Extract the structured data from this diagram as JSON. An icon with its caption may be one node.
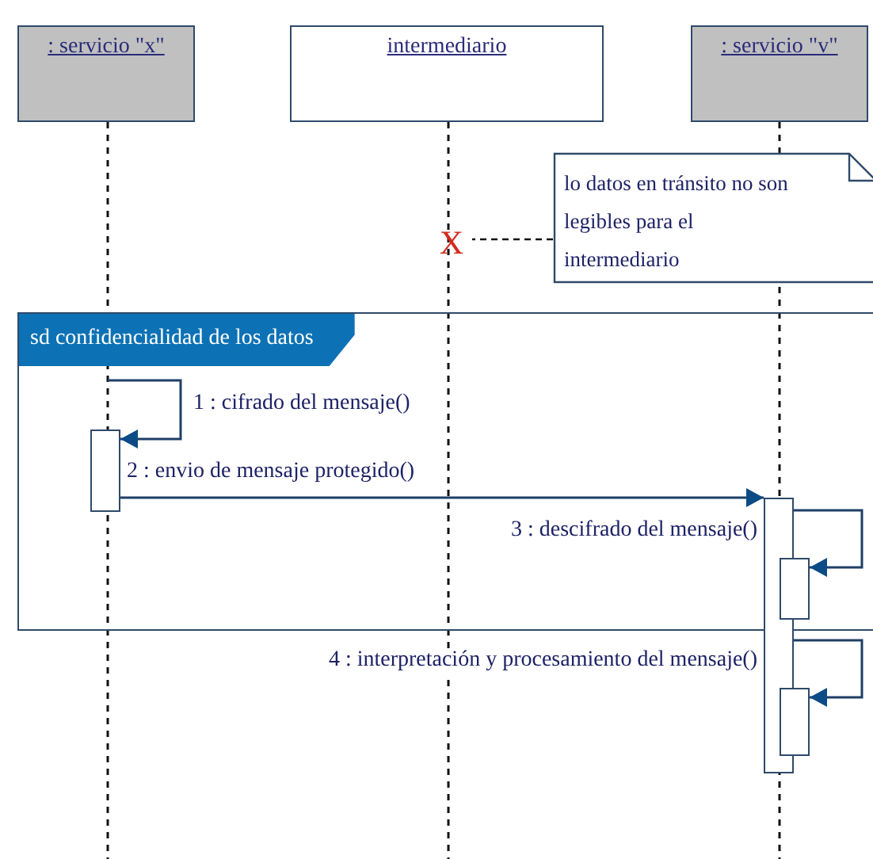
{
  "diagram": {
    "nodes": [
      {
        "text": [
          ": servicio \"x\""
        ]
      },
      {
        "text": [
          "intermediario"
        ]
      },
      {
        "text": [
          ": servicio \"v\""
        ]
      },
      {
        "text": [
          "lo datos en tránsito no son legibles para el intermediario"
        ]
      },
      {
        "text": [
          "X"
        ]
      },
      {
        "text": [
          "sd confidencialidad de los datos"
        ]
      },
      {
        "text": [],
        "shape": "bar",
        "in": 5
      },
      {
        "text": [],
        "shape": "bar"
      },
      {
        "text": [],
        "shape": "bar",
        "in": 5
      },
      {
        "text": [],
        "shape": "bar"
      }
    ],
    "edges": [
      {
        "from": 3,
        "to": 4,
        "arrow": "none",
        "style": "dashed"
      },
      {
        "from": null,
        "to": 6,
        "arrow": "to",
        "label": "1 : cifrado del mensaje()"
      },
      {
        "from": 6,
        "to": 7,
        "arrow": "to",
        "label": "2 : envio de mensaje protegido()"
      },
      {
        "from": 7,
        "to": 8,
        "arrow": "to",
        "label": "3 : descifrado del mensaje()"
      },
      {
        "from": 7,
        "to": 9,
        "arrow": "to",
        "label": "4 : interpretación y procesamiento del mensaje()"
      }
    ]
  }
}
